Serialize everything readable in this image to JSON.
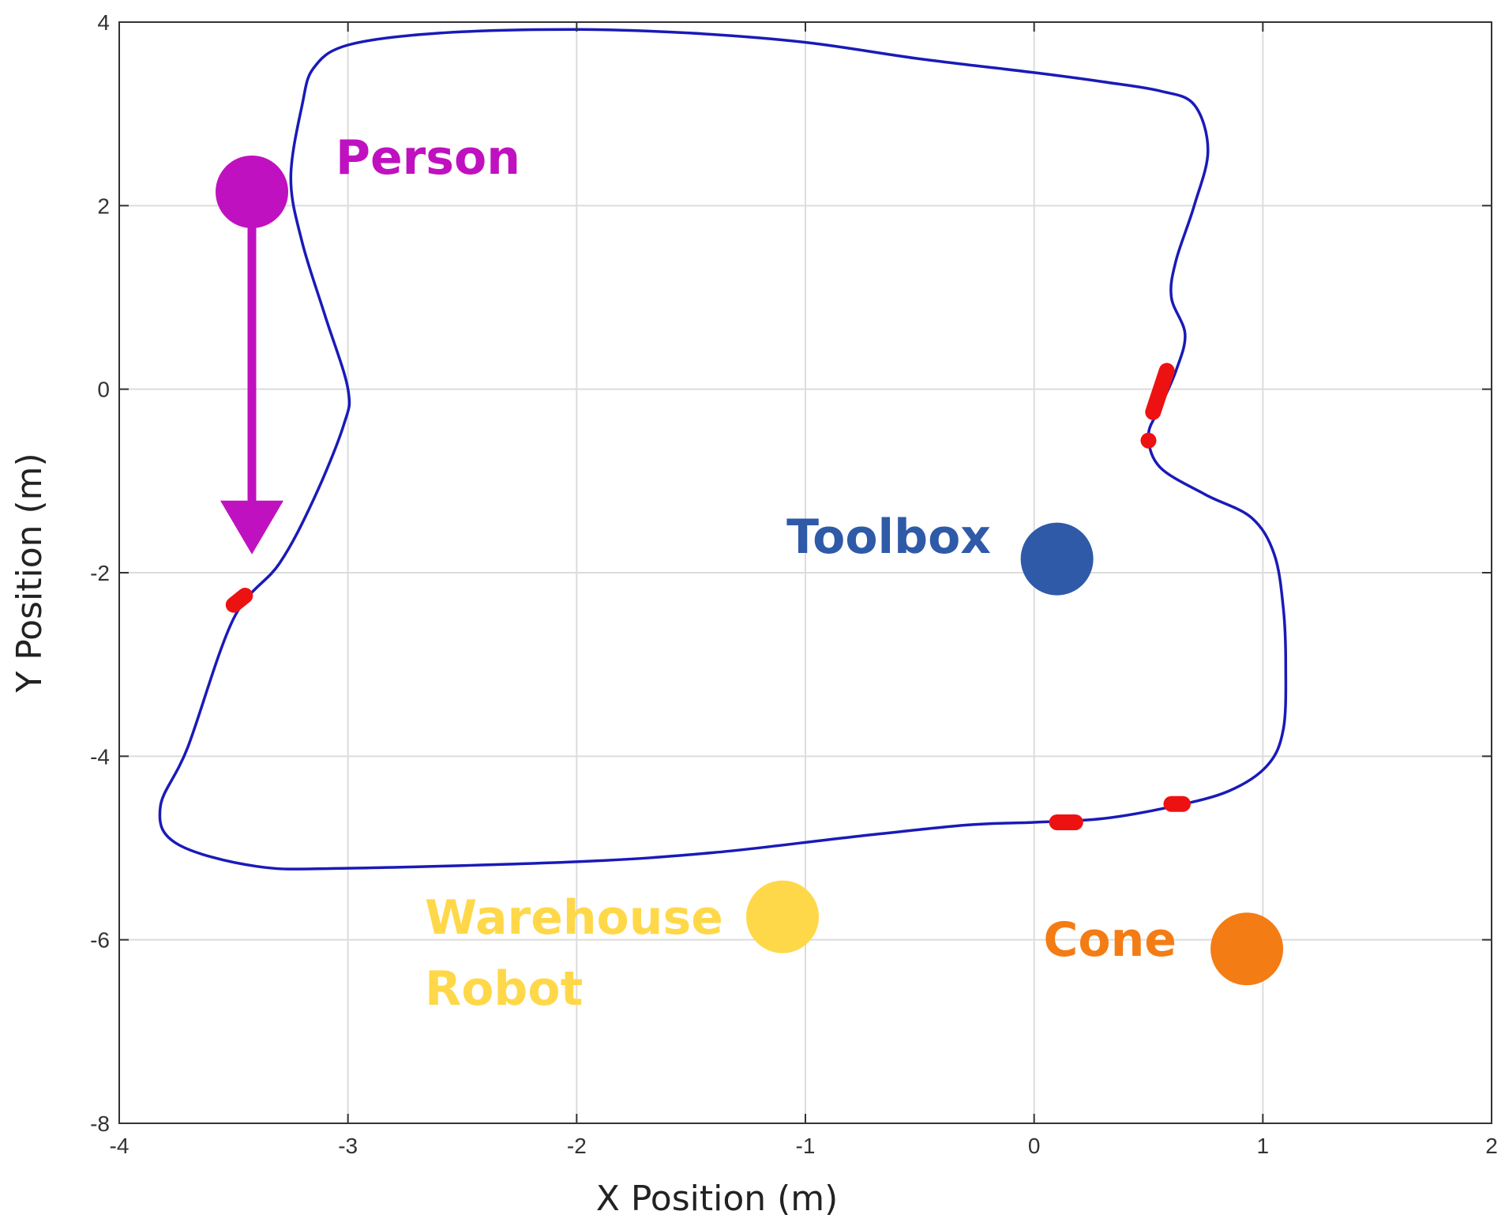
{
  "chart_data": {
    "type": "scatter",
    "title": "",
    "xlabel": "X Position (m)",
    "ylabel": "Y Position (m)",
    "xlim": [
      -4,
      2
    ],
    "ylim": [
      -8,
      4
    ],
    "xticks": [
      "-4",
      "-3",
      "-2",
      "-1",
      "0",
      "1",
      "2"
    ],
    "yticks": [
      "4",
      "2",
      "0",
      "-2",
      "-4",
      "-6",
      "-8"
    ],
    "grid": true,
    "path_color": "#1a1ab8",
    "marker_color": "#ee1111",
    "trajectory": [
      [
        -3.2,
        3.1
      ],
      [
        -3.15,
        3.5
      ],
      [
        -3.0,
        3.75
      ],
      [
        -2.6,
        3.88
      ],
      [
        -2.0,
        3.92
      ],
      [
        -1.5,
        3.88
      ],
      [
        -1.0,
        3.78
      ],
      [
        -0.5,
        3.6
      ],
      [
        0.0,
        3.45
      ],
      [
        0.3,
        3.35
      ],
      [
        0.55,
        3.25
      ],
      [
        0.7,
        3.1
      ],
      [
        0.76,
        2.6
      ],
      [
        0.7,
        2.0
      ],
      [
        0.62,
        1.4
      ],
      [
        0.6,
        1.0
      ],
      [
        0.66,
        0.6
      ],
      [
        0.62,
        0.2
      ],
      [
        0.55,
        -0.2
      ],
      [
        0.5,
        -0.5
      ],
      [
        0.55,
        -0.85
      ],
      [
        0.75,
        -1.15
      ],
      [
        0.95,
        -1.4
      ],
      [
        1.05,
        -1.8
      ],
      [
        1.09,
        -2.4
      ],
      [
        1.1,
        -3.0
      ],
      [
        1.09,
        -3.7
      ],
      [
        1.02,
        -4.1
      ],
      [
        0.85,
        -4.38
      ],
      [
        0.6,
        -4.55
      ],
      [
        0.3,
        -4.68
      ],
      [
        0.0,
        -4.72
      ],
      [
        -0.3,
        -4.75
      ],
      [
        -0.8,
        -4.88
      ],
      [
        -1.4,
        -5.05
      ],
      [
        -2.0,
        -5.15
      ],
      [
        -3.0,
        -5.22
      ],
      [
        -3.4,
        -5.2
      ],
      [
        -3.75,
        -4.95
      ],
      [
        -3.82,
        -4.55
      ],
      [
        -3.7,
        -3.9
      ],
      [
        -3.5,
        -2.5
      ],
      [
        -3.3,
        -1.9
      ],
      [
        -3.15,
        -1.2
      ],
      [
        -3.02,
        -0.4
      ],
      [
        -3.0,
        0.0
      ],
      [
        -3.1,
        0.8
      ],
      [
        -3.2,
        1.6
      ],
      [
        -3.25,
        2.3
      ],
      [
        -3.2,
        3.1
      ]
    ],
    "red_markers": [
      {
        "from": [
          0.58,
          0.2
        ],
        "to": [
          0.52,
          -0.25
        ]
      },
      {
        "from": [
          0.5,
          -0.56
        ],
        "to": [
          0.5,
          -0.56
        ]
      },
      {
        "from": [
          -3.45,
          -2.25
        ],
        "to": [
          -3.5,
          -2.35
        ]
      },
      {
        "from": [
          0.1,
          -4.72
        ],
        "to": [
          0.18,
          -4.72
        ]
      },
      {
        "from": [
          0.6,
          -4.52
        ],
        "to": [
          0.65,
          -4.52
        ]
      }
    ],
    "objects": [
      {
        "name": "Person",
        "x": -3.42,
        "y": 2.15,
        "color": "#c011c0"
      },
      {
        "name": "Toolbox",
        "x": 0.1,
        "y": -1.85,
        "color": "#2e5aa8"
      },
      {
        "name": "Warehouse Robot",
        "x": -1.1,
        "y": -5.75,
        "color": "#ffd84a"
      },
      {
        "name": "Cone",
        "x": 0.93,
        "y": -6.1,
        "color": "#f47c14"
      }
    ],
    "person_arrow": {
      "from": [
        -3.42,
        1.85
      ],
      "to": [
        -3.42,
        -1.8
      ],
      "color": "#c011c0"
    }
  }
}
